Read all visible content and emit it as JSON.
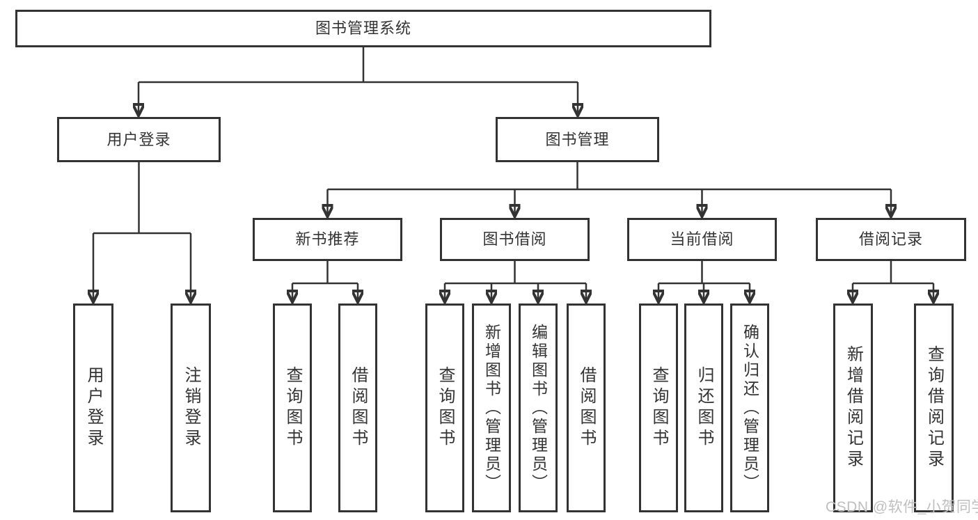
{
  "tree": {
    "label": "图书管理系统",
    "children": [
      {
        "label": "用户登录",
        "children": [
          {
            "label": "用户登录"
          },
          {
            "label": "注销登录"
          }
        ]
      },
      {
        "label": "图书管理",
        "children": [
          {
            "label": "新书推荐",
            "children": [
              {
                "label": "查询图书"
              },
              {
                "label": "借阅图书"
              }
            ]
          },
          {
            "label": "图书借阅",
            "children": [
              {
                "label": "查询图书"
              },
              {
                "label": "新增图书（管理员）"
              },
              {
                "label": "编辑图书（管理员）"
              },
              {
                "label": "借阅图书"
              }
            ]
          },
          {
            "label": "当前借阅",
            "children": [
              {
                "label": "查询图书"
              },
              {
                "label": "归还图书"
              },
              {
                "label": "确认归还（管理员）"
              }
            ]
          },
          {
            "label": "借阅记录",
            "children": [
              {
                "label": "新增借阅记录"
              },
              {
                "label": "查询借阅记录"
              }
            ]
          }
        ]
      }
    ]
  },
  "watermark": "CSDN @软件_小贺同学",
  "colors": {
    "line": "#333333",
    "text": "#333333",
    "box_background": "#ffffff",
    "watermark": "#bfbfbf"
  }
}
